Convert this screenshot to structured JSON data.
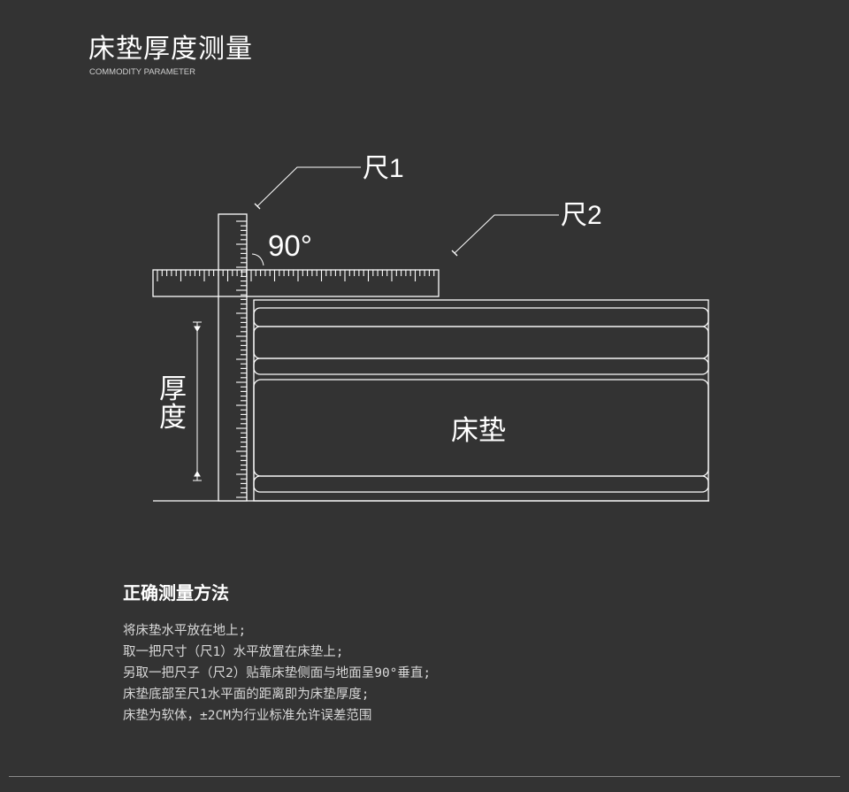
{
  "header": {
    "title": "床垫厚度测量",
    "subtitle": "COMMODITY PARAMETER"
  },
  "diagram": {
    "ruler1_label": "尺1",
    "ruler2_label": "尺2",
    "angle_label": "90°",
    "thickness_label": [
      "厚",
      "度"
    ],
    "mattress_label": "床垫"
  },
  "method": {
    "title": "正确测量方法",
    "steps": [
      "将床垫水平放在地上;",
      "取一把尺寸（尺1）水平放置在床垫上;",
      "另取一把尺子（尺2）贴靠床垫侧面与地面呈90°垂直;",
      "床垫底部至尺1水平面的距离即为床垫厚度;",
      "床垫为软体，±2CM为行业标准允许误差范围"
    ]
  },
  "colors": {
    "background": "#333333",
    "line": "#ffffff",
    "body_text": "#d8d8d8"
  }
}
